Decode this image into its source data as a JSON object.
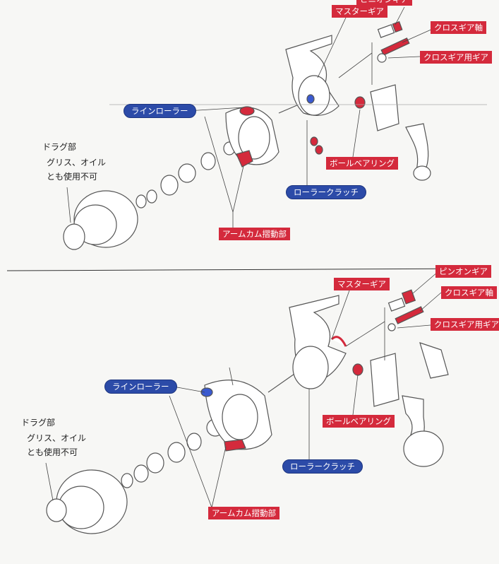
{
  "top_panel": {
    "pinion_gear": "ピニオンギア",
    "master_gear": "マスターギア",
    "cross_gear_shaft": "クロスギア軸",
    "cross_gear_gear": "クロスギア用ギア",
    "line_roller": "ラインローラー",
    "drag_title": "ドラグ部",
    "drag_note_1": "グリス、オイル",
    "drag_note_2": "とも使用不可",
    "ball_bearing": "ボールベアリング",
    "roller_clutch": "ローラークラッチ",
    "arm_cam": "アームカム摺動部"
  },
  "bottom_panel": {
    "pinion_gear": "ピンオンギア",
    "master_gear": "マスターギア",
    "cross_gear_shaft": "クロスギア軸",
    "cross_gear_gear": "クロスギア用ギア",
    "line_roller": "ラインローラー",
    "drag_title": "ドラグ部",
    "drag_note_1": "グリス、オイル",
    "drag_note_2": "とも使用不可",
    "ball_bearing": "ボールベアリング",
    "roller_clutch": "ローラークラッチ",
    "arm_cam": "アームカム摺動部"
  },
  "colors": {
    "highlight_red": "#d42a3c",
    "label_blue": "#2c4ba8"
  }
}
